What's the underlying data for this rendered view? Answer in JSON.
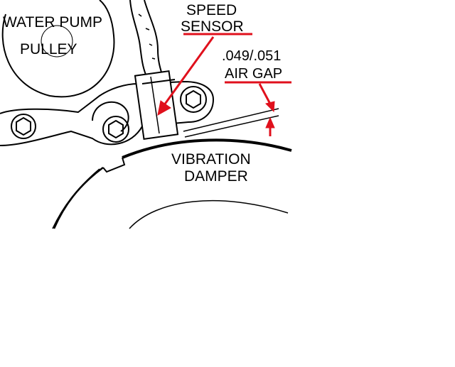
{
  "labels": {
    "water_pump_line1": "WATER PUMP",
    "water_pump_line2": "PULLEY",
    "speed_sensor_line1": "SPEED",
    "speed_sensor_line2": "SENSOR",
    "air_gap_line1": ".049/.051",
    "air_gap_line2": "AIR GAP",
    "vibration_line1": "VIBRATION",
    "vibration_line2": "DAMPER"
  },
  "colors": {
    "line": "#000000",
    "accent": "#e0101c",
    "background": "#ffffff"
  },
  "icons": [
    "arrow-icon",
    "bolt-icon"
  ]
}
